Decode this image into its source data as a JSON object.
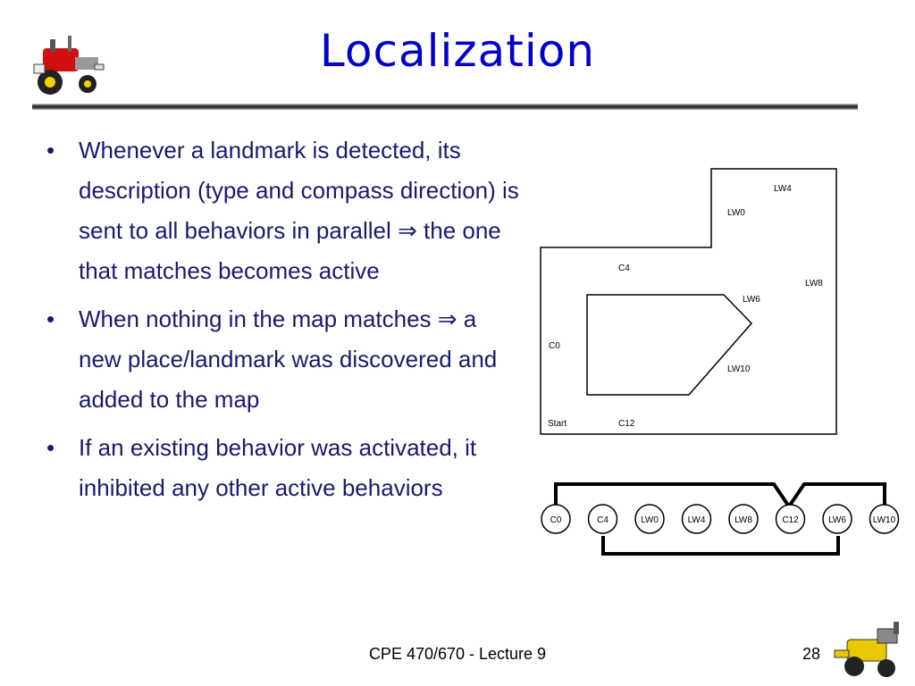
{
  "slide": {
    "title": "Localization",
    "bullets": [
      {
        "pre": "Whenever a landmark is detected, its description (type and compass direction) is sent to all behaviors in parallel ",
        "arrow": "⇒",
        "post": " the one that matches becomes active"
      },
      {
        "pre": "When nothing in the map matches ",
        "arrow": "⇒",
        "post": " a new place/landmark was discovered and added to the map"
      },
      {
        "pre": " If an existing behavior was activated, it inhibited any other active behaviors",
        "arrow": "",
        "post": ""
      }
    ],
    "bullet_glyph": "•",
    "footer": "CPE 470/670 - Lecture 9",
    "page_number": "28"
  },
  "map": {
    "labels": [
      "LW4",
      "LW0",
      "C4",
      "LW8",
      "LW6",
      "C0",
      "LW10",
      "Start",
      "C12"
    ]
  },
  "graph": {
    "nodes": [
      "C0",
      "C4",
      "LW0",
      "LW4",
      "LW8",
      "C12",
      "LW6",
      "LW10"
    ]
  },
  "colors": {
    "title": "#0000c8",
    "text": "#1a1a6e"
  }
}
